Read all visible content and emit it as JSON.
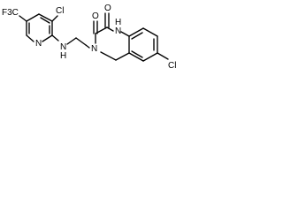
{
  "diagram": {
    "type": "chemical-structure",
    "atom_labels": {
      "cf3": "F3C",
      "cl_pyridine": "Cl",
      "n_pyridine": "N",
      "n_amine": "N",
      "h_amine": "H",
      "oxo_upper_left": "O",
      "oxo_upper_right": "O",
      "n_lactam": "N",
      "h_lactam": "H",
      "n_alkyl": "N",
      "cl_benzo": "Cl"
    }
  }
}
